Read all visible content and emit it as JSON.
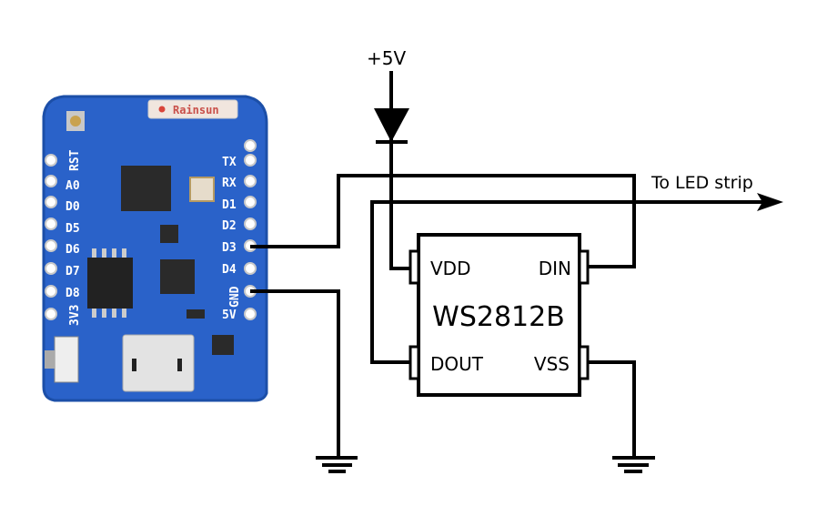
{
  "board": {
    "module_label": "Rainsun",
    "left_pins": [
      "RST",
      "A0",
      "D0",
      "D5",
      "D6",
      "D7",
      "D8",
      "3V3"
    ],
    "right_pins": [
      "TX",
      "RX",
      "D1",
      "D2",
      "D3",
      "D4",
      "GND",
      "5V"
    ],
    "colors": {
      "pcb": "#2a62c9",
      "pcb_edge": "#1c4fa8"
    }
  },
  "schematic": {
    "supply_label": "+5V",
    "output_label": "To LED strip",
    "chip": {
      "name": "WS2812B",
      "pins": {
        "vdd": "VDD",
        "din": "DIN",
        "dout": "DOUT",
        "vss": "VSS"
      }
    }
  }
}
